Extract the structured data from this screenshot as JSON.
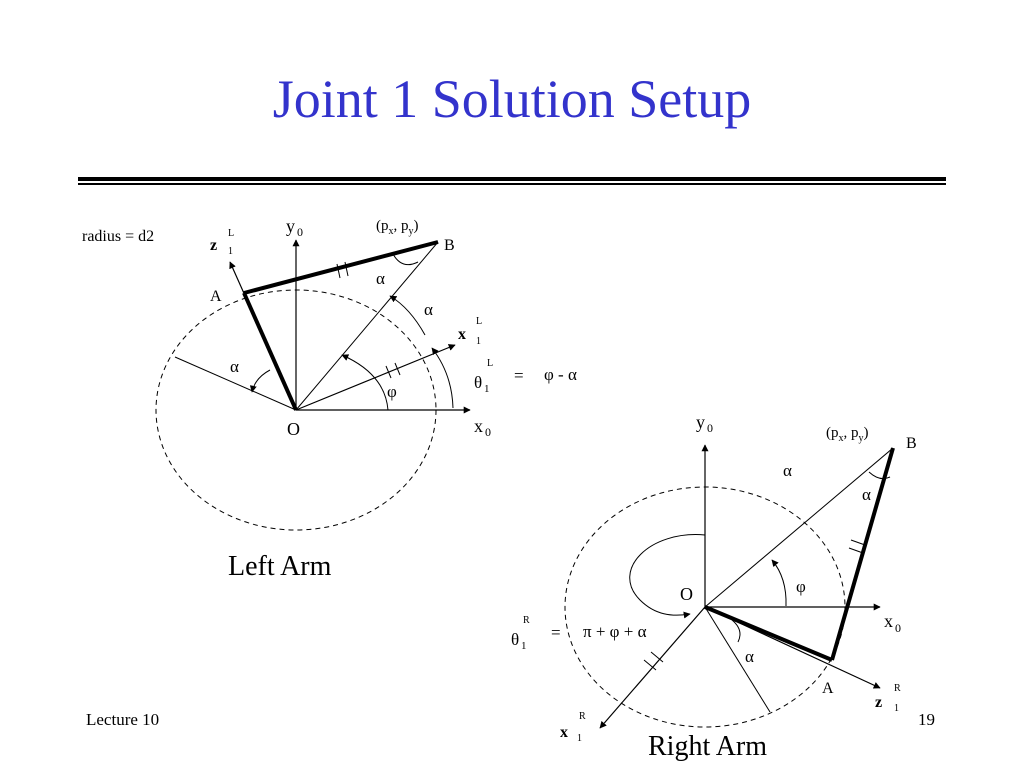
{
  "slide": {
    "title": "Joint 1 Solution Setup",
    "footer_left": "Lecture 10",
    "page_number": "19"
  },
  "left_arm": {
    "caption": "Left Arm",
    "radius_label": "radius = d2",
    "origin_label": "O",
    "point_a_label": "A",
    "point_b_label": "B",
    "point_b_coords": {
      "open": "(p",
      "x_sub": "x",
      "sep": ", p",
      "y_sub": "y",
      "close": ")"
    },
    "y0": {
      "base": "y",
      "sub": "0"
    },
    "x0": {
      "base": "x",
      "sub": "0"
    },
    "z1": {
      "base": "z",
      "sub": "1",
      "sup": "L"
    },
    "x1": {
      "base": "x",
      "sub": "1",
      "sup": "L"
    },
    "alpha_symbol": "α",
    "phi_symbol": "φ",
    "theta_equation": {
      "base": "θ",
      "sub": "1",
      "sup": "L",
      "equals": "=",
      "rhs": "φ - α"
    }
  },
  "right_arm": {
    "caption": "Right Arm",
    "origin_label": "O",
    "point_a_label": "A",
    "point_b_label": "B",
    "point_b_coords": {
      "open": "(p",
      "x_sub": "x",
      "sep": ", p",
      "y_sub": "y",
      "close": ")"
    },
    "y0": {
      "base": "y",
      "sub": "0"
    },
    "x0": {
      "base": "x",
      "sub": "0"
    },
    "z1": {
      "base": "z",
      "sub": "1",
      "sup": "R"
    },
    "x1": {
      "base": "x",
      "sub": "1",
      "sup": "R"
    },
    "alpha_symbol": "α",
    "phi_symbol": "φ",
    "theta_equation": {
      "base": "θ",
      "sub": "1",
      "sup": "R",
      "equals": "=",
      "rhs": "π + φ + α"
    }
  }
}
